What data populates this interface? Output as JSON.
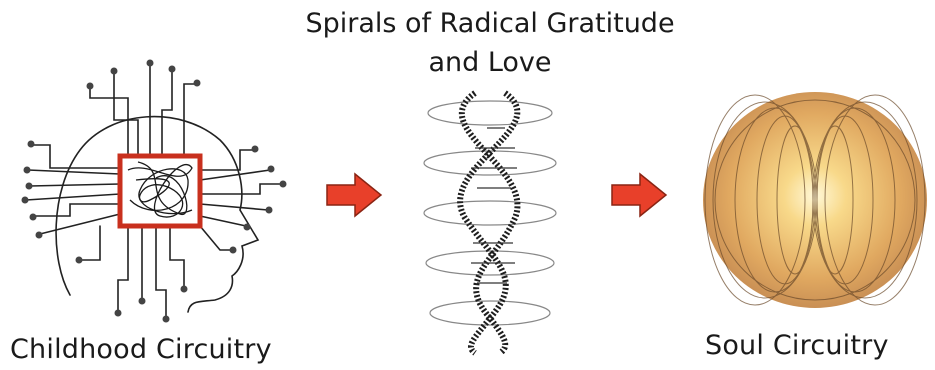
{
  "diagram": {
    "title_line1": "Spirals of Radical Gratitude",
    "title_line2": "and Love",
    "left_label": "Childhood Circuitry",
    "right_label": "Soul Circuitry",
    "arrow_color": "#e8402a",
    "chip_color": "#c8301e",
    "icons": [
      "head-circuit-icon",
      "dna-spiral-icon",
      "torus-sphere-icon"
    ]
  }
}
